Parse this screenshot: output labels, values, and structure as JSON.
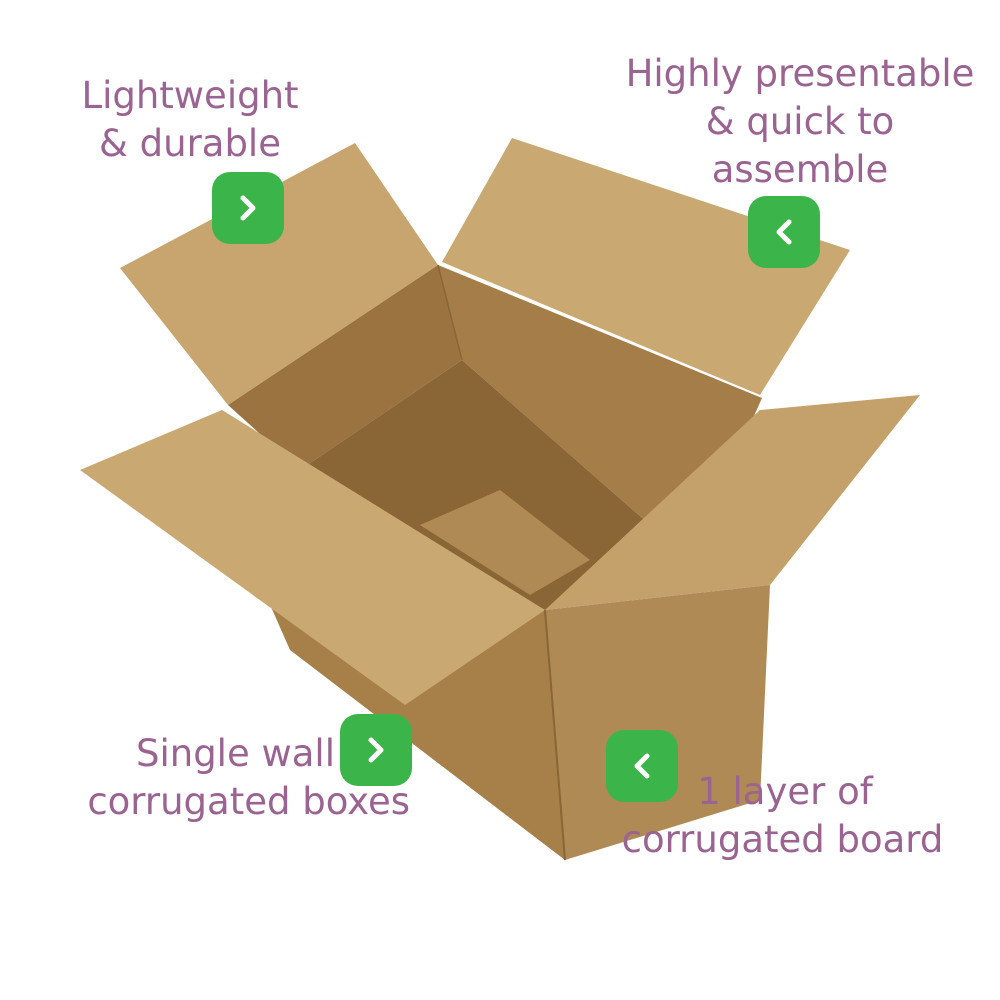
{
  "labels": {
    "top_left": {
      "line1": "Lightweight",
      "line2": "& durable"
    },
    "top_right": {
      "line1": "Highly presentable",
      "line2": "& quick to",
      "line3": "assemble"
    },
    "bottom_left": {
      "line1": "Single wall",
      "line2": "corrugated boxes"
    },
    "bottom_right": {
      "line1": "1 layer of",
      "line2": "corrugated board"
    }
  },
  "buttons": {
    "top_left": "chevron-right-icon",
    "top_right": "chevron-left-icon",
    "bottom_left": "chevron-right-icon",
    "bottom_right": "chevron-left-icon"
  },
  "colors": {
    "label_text": "#9a6391",
    "button_bg": "#3bb54a",
    "cardboard_light": "#c9a872",
    "cardboard_mid": "#b48d56",
    "cardboard_dark": "#9a7340"
  }
}
